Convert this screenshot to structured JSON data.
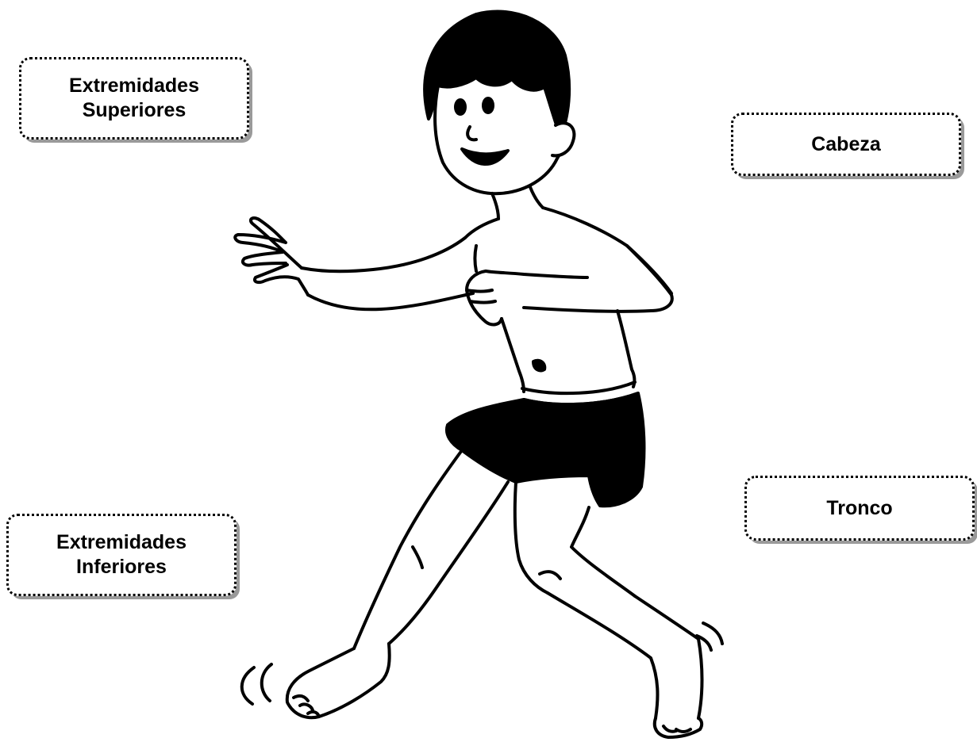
{
  "labels": {
    "extremidades_superiores": {
      "line1": "Extremidades",
      "line2": "Superiores"
    },
    "cabeza": "Cabeza",
    "tronco": "Tronco",
    "extremidades_inferiores": {
      "line1": "Extremidades",
      "line2": "Inferiores"
    }
  },
  "colors": {
    "ink": "#000000",
    "shadow": "#9a9a9a",
    "background": "#ffffff"
  }
}
